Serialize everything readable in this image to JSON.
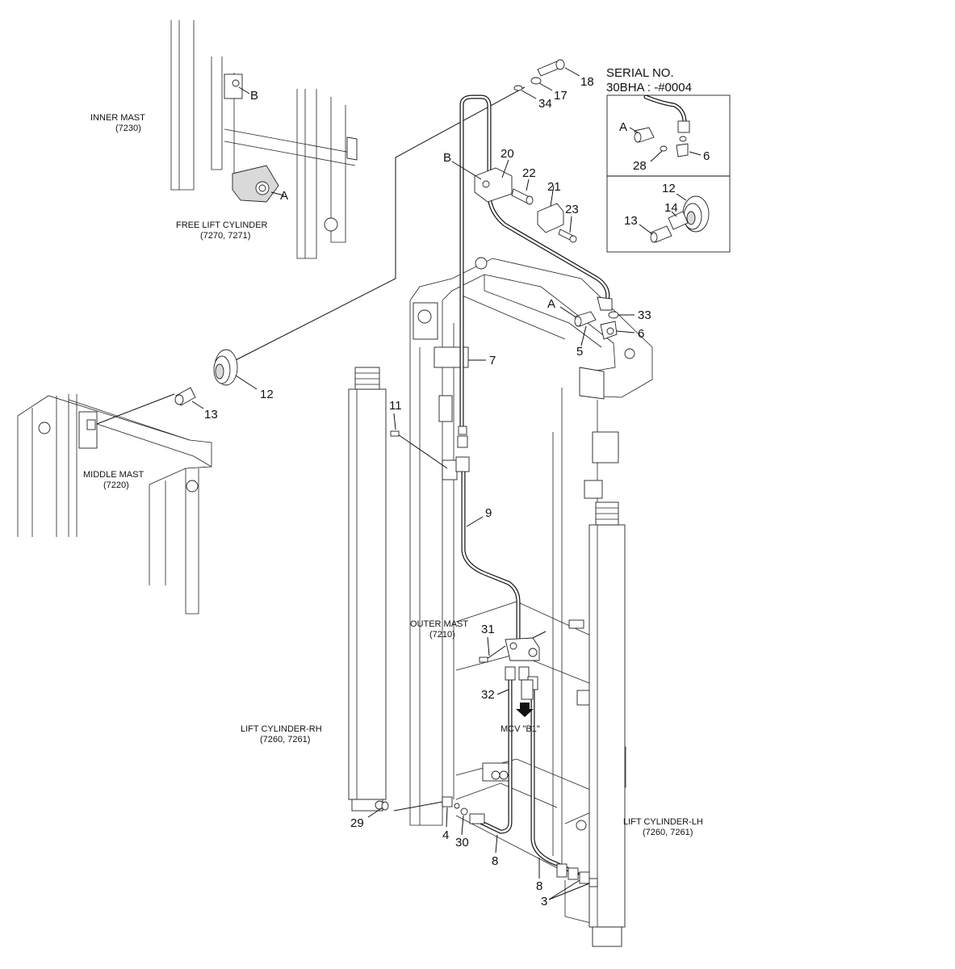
{
  "serial": {
    "line1": "SERIAL NO.",
    "line2": "30BHA : -#0004"
  },
  "captions": {
    "inner_mast": {
      "name": "INNER MAST",
      "code": "(7230)"
    },
    "free_lift_cylinder": {
      "name": "FREE LIFT CYLINDER",
      "code": "(7270, 7271)"
    },
    "middle_mast": {
      "name": "MIDDLE MAST",
      "code": "(7220)"
    },
    "outer_mast": {
      "name": "OUTER MAST",
      "code": "(7210)"
    },
    "lift_cylinder_rh": {
      "name": "LIFT CYLINDER-RH",
      "code": "(7260, 7261)"
    },
    "lift_cylinder_lh": {
      "name": "LIFT CYLINDER-LH",
      "code": "(7260, 7261)"
    },
    "mcv": "MCV \"B1\""
  },
  "letters": {
    "a": "A",
    "b": "B"
  },
  "part_numbers": {
    "p3": "3",
    "p4": "4",
    "p5": "5",
    "p6": "6",
    "p7": "7",
    "p8": "8",
    "p9": "9",
    "p11": "11",
    "p12": "12",
    "p13": "13",
    "p14": "14",
    "p17": "17",
    "p18": "18",
    "p20": "20",
    "p21": "21",
    "p22": "22",
    "p23": "23",
    "p28": "28",
    "p29": "29",
    "p30": "30",
    "p31": "31",
    "p32": "32",
    "p33": "33",
    "p34": "34"
  }
}
